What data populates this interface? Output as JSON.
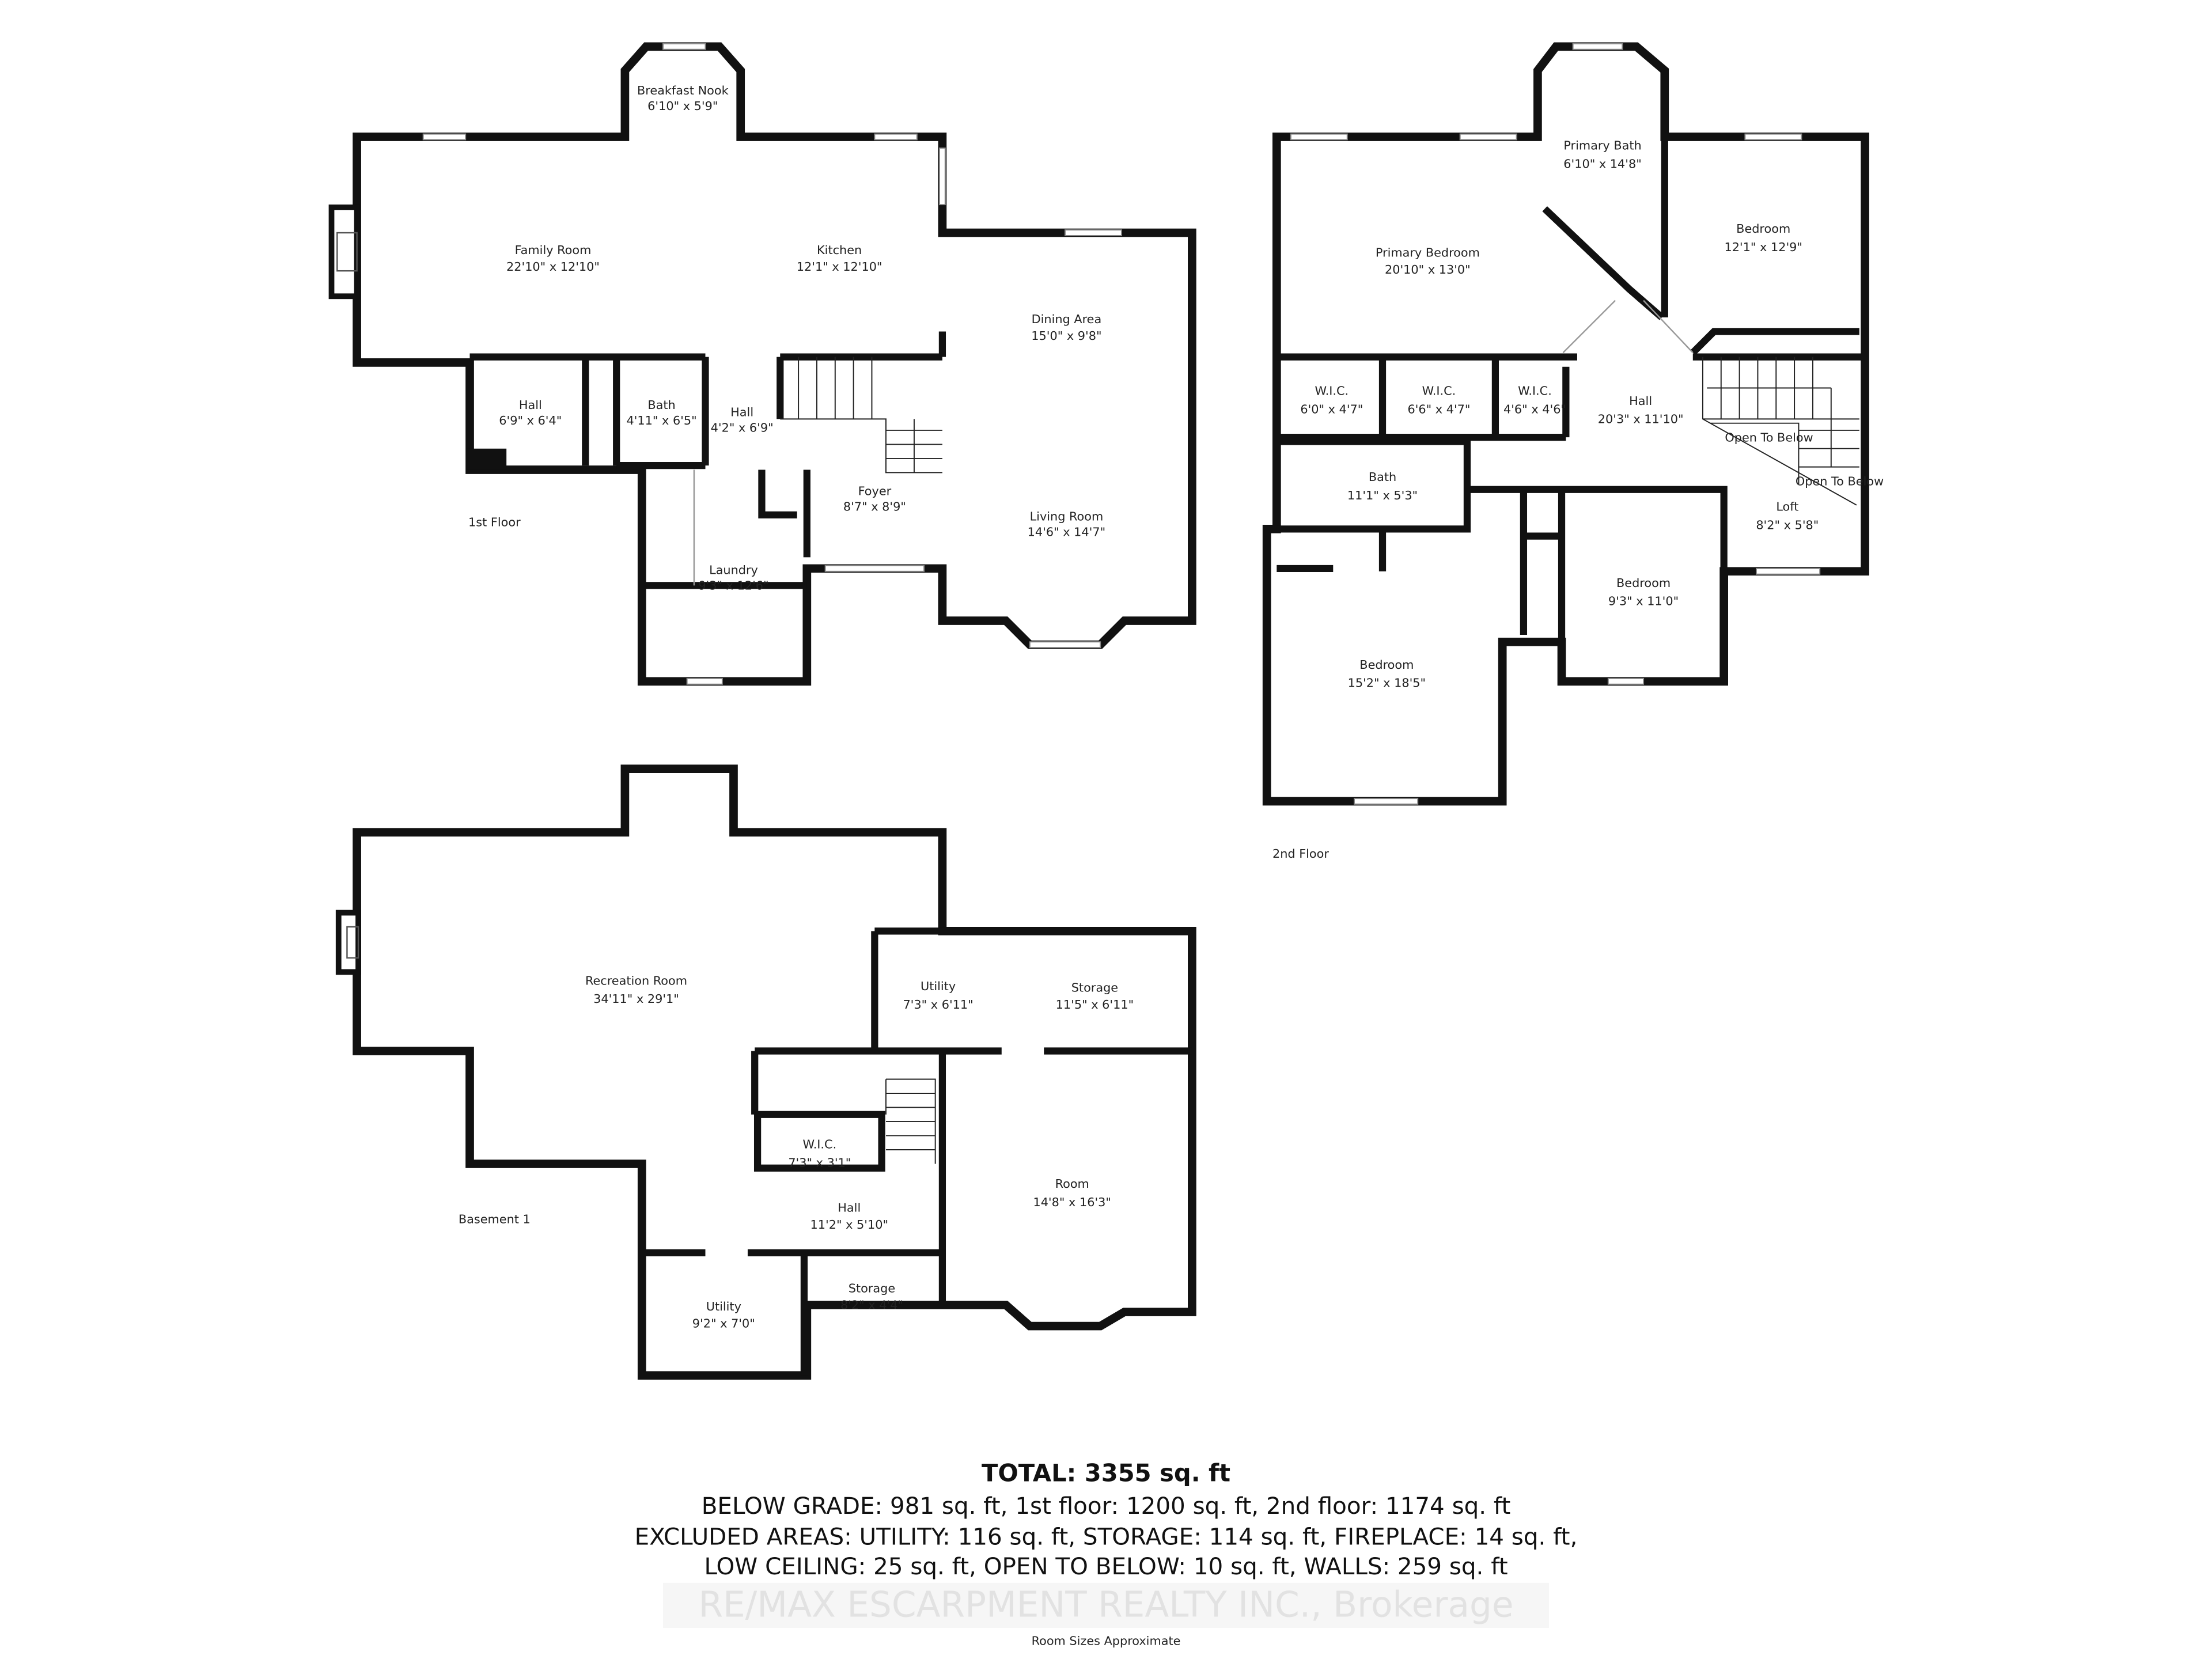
{
  "floors": {
    "first": {
      "label": "1st Floor",
      "rooms": [
        {
          "name": "Breakfast Nook",
          "size": "6'10\" x 5'9\""
        },
        {
          "name": "Family Room",
          "size": "22'10\" x 12'10\""
        },
        {
          "name": "Kitchen",
          "size": "12'1\" x 12'10\""
        },
        {
          "name": "Dining Area",
          "size": "15'0\" x 9'8\""
        },
        {
          "name": "Hall",
          "size": "6'9\" x 6'4\""
        },
        {
          "name": "Bath",
          "size": "4'11\" x 6'5\""
        },
        {
          "name": "Hall",
          "size": "4'2\" x 6'9\""
        },
        {
          "name": "Foyer",
          "size": "8'7\" x 8'9\""
        },
        {
          "name": "Living Room",
          "size": "14'6\" x 14'7\""
        },
        {
          "name": "Laundry",
          "size": "9'3\" x 12'6\""
        }
      ]
    },
    "second": {
      "label": "2nd Floor",
      "rooms": [
        {
          "name": "Primary Bath",
          "size": "6'10\" x 14'8\""
        },
        {
          "name": "Primary Bedroom",
          "size": "20'10\" x 13'0\""
        },
        {
          "name": "Bedroom",
          "size": "12'1\" x 12'9\""
        },
        {
          "name": "W.I.C.",
          "size": "6'0\" x 4'7\""
        },
        {
          "name": "W.I.C.",
          "size": "6'6\" x 4'7\""
        },
        {
          "name": "W.I.C.",
          "size": "4'6\" x 4'6\""
        },
        {
          "name": "Hall",
          "size": "20'3\" x 11'10\""
        },
        {
          "name": "Bath",
          "size": "11'1\" x 5'3\""
        },
        {
          "name": "Loft",
          "size": "8'2\" x 5'8\""
        },
        {
          "name": "Bedroom",
          "size": "9'3\" x 11'0\""
        },
        {
          "name": "Bedroom",
          "size": "15'2\" x 18'5\""
        }
      ],
      "open_to_below": "Open To Below"
    },
    "basement": {
      "label": "Basement 1",
      "rooms": [
        {
          "name": "Recreation Room",
          "size": "34'11\" x 29'1\""
        },
        {
          "name": "Utility",
          "size": "7'3\" x 6'11\""
        },
        {
          "name": "Storage",
          "size": "11'5\" x 6'11\""
        },
        {
          "name": "W.I.C.",
          "size": "7'3\" x 3'1\""
        },
        {
          "name": "Room",
          "size": "14'8\" x 16'3\""
        },
        {
          "name": "Hall",
          "size": "11'2\" x 5'10\""
        },
        {
          "name": "Utility",
          "size": "9'2\" x 7'0\""
        },
        {
          "name": "Storage",
          "size": "8'2\" x 4'4\""
        }
      ]
    }
  },
  "summary": {
    "total": "TOTAL: 3355 sq. ft",
    "line1": "BELOW GRADE: 981 sq. ft, 1st floor: 1200 sq. ft, 2nd floor: 1174 sq. ft",
    "line2": "EXCLUDED AREAS: UTILITY: 116 sq. ft, STORAGE: 114 sq. ft, FIREPLACE: 14 sq. ft,",
    "line3": "LOW CEILING: 25 sq. ft, OPEN TO BELOW: 10 sq. ft, WALLS: 259 sq. ft",
    "watermark": "RE/MAX ESCARPMENT REALTY INC., Brokerage",
    "note": "Room Sizes Approximate"
  }
}
